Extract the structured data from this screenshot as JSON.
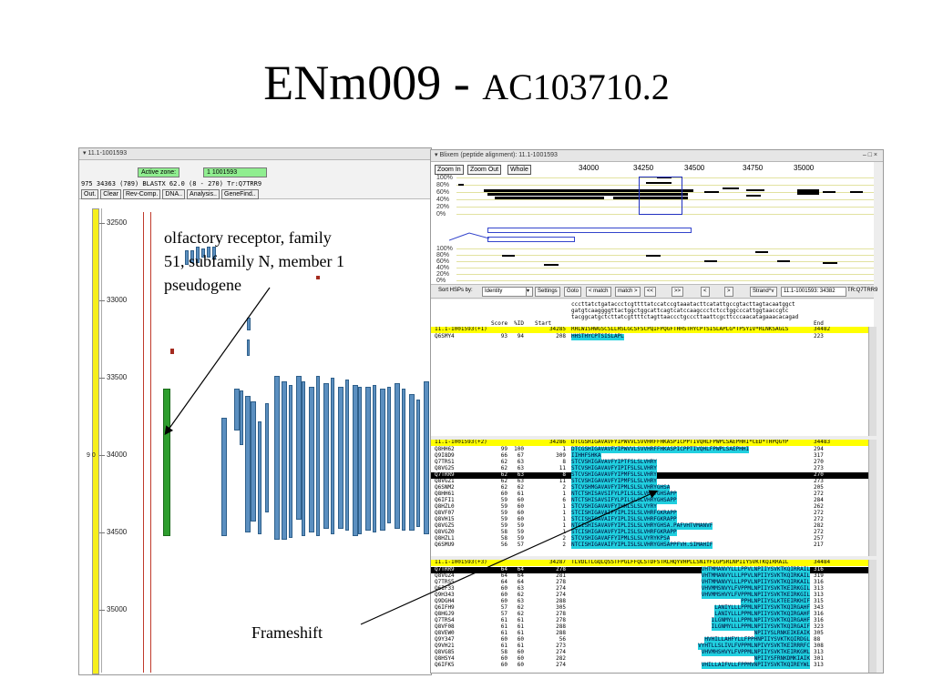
{
  "slide": {
    "title_main": "ENm009 - ",
    "title_sub": "AC103710.2"
  },
  "left_window": {
    "title": "11.1-1001593",
    "active_zone_label": "Active zone:",
    "active_zone_value": "1 1001593",
    "info_line": "975 34363 (789)  BLASTX 62.0 (8 - 270) Tr:Q7TRR9",
    "buttons": [
      "Out.",
      "Clear",
      "Rev-Comp.",
      "DNA..",
      "Analysis..",
      "GeneFind.."
    ],
    "ruler": [
      "32500",
      "33000",
      "33500",
      "34000",
      "34500",
      "35000"
    ],
    "side_number": "9 0"
  },
  "right_window": {
    "title": "Blixem  (peptide alignment):  11.1-1001593",
    "zoom_buttons": [
      "Zoom In",
      "Zoom Out",
      "Whole"
    ],
    "coords": [
      "34000",
      "34250",
      "34500",
      "34750",
      "35000"
    ],
    "pct_labels": [
      "100%",
      "80%",
      "60%",
      "40%",
      "20%",
      "0%"
    ],
    "controls": {
      "sort_label": "Sort HSPs by:",
      "sort_value": "Identity",
      "buttons": [
        "Settings",
        "Goto",
        "< match",
        "match >",
        "<<",
        ">>",
        "<",
        ">"
      ],
      "strand": "Strand^v",
      "position": "11.1-1001593: 34382",
      "target": "TR:Q7TRR9"
    },
    "dna_lines": [
      "cccttatctgataccctcgttttatccatccgtaaatacttcatattgccgtacttagtacaatggct",
      "gatgtcaaggggttactggctggcattcagtcatccaagccctctcctggcccattggtaaccgtc",
      "tacggcatgctcttatcgttttctagttaaccctgcccttaattcgcttcccaacatagaaacacagad"
    ],
    "col_headers": {
      "score": "Score",
      "id": "%ID",
      "start": "Start",
      "end": "End"
    },
    "panels": [
      {
        "ref": {
          "name": "11.1-1001593(+1)",
          "start": "34285",
          "seq": "RHLWISHWGSCSLLHSLGCSFSCPQIFPQGFTHHSTHYCPTSISLAPLG*TPSYIV*RLNKSAGLS",
          "end": "34482"
        },
        "rows": [
          {
            "name": "Q6SMY4",
            "score": "93",
            "id": "94",
            "start": "208",
            "seq": "HHSTHYCPTSISLAPL",
            "end": "223"
          }
        ]
      },
      {
        "ref": {
          "name": "11.1-1001593(+2)",
          "start": "34286",
          "seq": "DTCGSHIGAVAVFYIPWVVLSVVHRFFHKASPICPPTIVQHLFPWPLSAEPHHI*CED*THPQGYP",
          "end": "34483"
        },
        "rows": [
          {
            "name": "Q8HH62",
            "score": "99",
            "id": "100",
            "start": "1",
            "seq": "DTCGSHIGAVAVFYIPWVVLSVVHRFFHKASPICPPTIVQHLFPWPLSAEPHHI",
            "end": "294"
          },
          {
            "name": "Q9I8D9",
            "score": "66",
            "id": "67",
            "start": "309",
            "seq": "IIHHFSHKA",
            "end": "317"
          },
          {
            "name": "Q7TRS1",
            "score": "62",
            "id": "63",
            "start": "8",
            "seq": "STCVSHIGAVAVFYIPTFSLSLVHRY",
            "end": "270"
          },
          {
            "name": "Q8VG25",
            "score": "62",
            "id": "63",
            "start": "11",
            "seq": "STCVSHIGAVAVFYIPIFSLSLVHRY",
            "end": "273"
          },
          {
            "name": "Q7TRR9",
            "score": "62",
            "id": "63",
            "start": "8",
            "seq": "STCVSHIGAVAVFYIPMFSLSLVHRY",
            "end": "270",
            "selected": true
          },
          {
            "name": "Q8VGZ1",
            "score": "62",
            "id": "63",
            "start": "11",
            "seq": "STCVSHIGAVAVFYIPMFSLSLVHRY",
            "end": "273"
          },
          {
            "name": "Q6SNM2",
            "score": "62",
            "id": "62",
            "start": "2",
            "seq": "STCVSHMGAVAVFYIPMLSLSLVHRYGHSA",
            "end": "205"
          },
          {
            "name": "Q8HH61",
            "score": "60",
            "id": "61",
            "start": "1",
            "seq": "NTCTSHISAVSIFYLPILSLSLVHRYGHSAPP",
            "end": "272"
          },
          {
            "name": "Q6IFI1",
            "score": "59",
            "id": "60",
            "start": "6",
            "seq": "NTCTSHISAVSIFYLPILSLSLVHRYGHSAPP",
            "end": "284"
          },
          {
            "name": "Q8HZL0",
            "score": "59",
            "id": "60",
            "start": "1",
            "seq": "STCVSHIGAVAVFYIHMLSLSLVYRY",
            "end": "262"
          },
          {
            "name": "Q8VF07",
            "score": "59",
            "id": "60",
            "start": "1",
            "seq": "STCISHIGAVAIFYIPLISLSLVHRFGKRAPP",
            "end": "272"
          },
          {
            "name": "Q8VH15",
            "score": "59",
            "id": "60",
            "start": "1",
            "seq": "STCISHIGAVAIFYIPLISLSLVHRFGKRAPP",
            "end": "272"
          },
          {
            "name": "Q8VGZ5",
            "score": "59",
            "id": "59",
            "start": "1",
            "seq": "NTCISHISAVAVFYIPLISLSLVHRYGHSA.PAFVHTVMANVF",
            "end": "282"
          },
          {
            "name": "Q8VGZ0",
            "score": "58",
            "id": "59",
            "start": "1",
            "seq": "STCISHIGAVAVFYIPLISLSLVHRFGKRAPP",
            "end": "272"
          },
          {
            "name": "Q8HZL1",
            "score": "58",
            "id": "59",
            "start": "2",
            "seq": "STCVSHIGAVAFFYIPMLSLSLVYRYKPSA",
            "end": "257"
          },
          {
            "name": "Q6SMU9",
            "score": "56",
            "id": "57",
            "start": "2",
            "seq": "NTCISHIGAVAIFYIPLISLSLVHRYGHSAPPFVH.SIMAHIF",
            "end": "217"
          }
        ]
      },
      {
        "ref": {
          "name": "11.1-1001593(+3)",
          "start": "34287",
          "seq": "TLVDLTLGQLQSSTFPGLFFQLSTDFSTRLHQYVHPLLSNIYFLGPSRLNPIIYSVKTKQIRRAIL",
          "end": "34484"
        },
        "rows": [
          {
            "name": "Q7TRR9",
            "score": "64",
            "id": "64",
            "start": "278",
            "seq": "VHTMMANVYLLLPPVLNPIIYSVKTKQIRRAIL",
            "end": "316",
            "selected": true
          },
          {
            "name": "Q8VGZ4",
            "score": "64",
            "id": "64",
            "start": "281",
            "seq": "VHTMMANVYLLLPPVLNPIIYSVKTKQIRKAIL",
            "end": "319"
          },
          {
            "name": "Q7TRS5",
            "score": "64",
            "id": "64",
            "start": "278",
            "seq": "VHTMMANVYLLLPPVLNPIIYSVKTKQIRKAIL",
            "end": "316"
          },
          {
            "name": "Q6IF33",
            "score": "60",
            "id": "63",
            "start": "274",
            "seq": "VHVMMSNVYLFVPPMLNPIIYSVKTKEIRKGIL",
            "end": "313"
          },
          {
            "name": "Q9H343",
            "score": "60",
            "id": "62",
            "start": "274",
            "seq": "VHVMMSHVYLFVPPMLNPIIYSVKTKEIRKGIL",
            "end": "313"
          },
          {
            "name": "Q9DGH4",
            "score": "60",
            "id": "63",
            "start": "288",
            "seq": "PPHLNPIIYSLKTEEIRKHIF",
            "end": "315"
          },
          {
            "name": "Q6IFH9",
            "score": "57",
            "id": "62",
            "start": "305",
            "seq": "LANIYLLLPPMLNPIIYSVKTKQIRGAHF",
            "end": "343"
          },
          {
            "name": "Q8HGJ9",
            "score": "57",
            "id": "62",
            "start": "278",
            "seq": "LANIYLLLPPMLNPIIYSVKTKQIRGAHF",
            "end": "316"
          },
          {
            "name": "Q7TRS4",
            "score": "61",
            "id": "61",
            "start": "278",
            "seq": "ILGNMYLLLPPMLNPIIYSVKTKQIRGAHF",
            "end": "316"
          },
          {
            "name": "Q8VF08",
            "score": "61",
            "id": "61",
            "start": "288",
            "seq": "ILGNMYLLLPPMLNPIIYSVKTKQIRGAIF",
            "end": "323"
          },
          {
            "name": "Q8VEW0",
            "score": "61",
            "id": "61",
            "start": "288",
            "seq": "NPIIYSLRNKEIKEAIK",
            "end": "305"
          },
          {
            "name": "Q9Y347",
            "score": "60",
            "id": "60",
            "start": "56",
            "seq": "HVHILLAHFYLLFPPHNPIIYSVKTKQIRDGL",
            "end": "88"
          },
          {
            "name": "Q9VH21",
            "score": "61",
            "id": "61",
            "start": "273",
            "seq": "VYHTLLSLIVLFVPPMLNPIVYSVKTKEIRRRFC",
            "end": "308"
          },
          {
            "name": "Q8VG85",
            "score": "58",
            "id": "60",
            "start": "274",
            "seq": "VHVMHSHVYLFVPPMLNPIIYSVKTKEIRKGML",
            "end": "313"
          },
          {
            "name": "Q8HSY4",
            "score": "60",
            "id": "60",
            "start": "282",
            "seq": "NPIIYSFRNKDMKIAIK",
            "end": "301"
          },
          {
            "name": "Q6IFK5",
            "score": "60",
            "id": "60",
            "start": "274",
            "seq": "VHILLAIFVLLFPPMVNPIIYSVKTKQIREYWL",
            "end": "313"
          }
        ]
      }
    ]
  },
  "annotations": {
    "olfactory_lines": [
      "olfactory receptor, family",
      "51, subfamily N, member 1",
      "pseudogene"
    ],
    "frameshift": "Frameshift"
  }
}
